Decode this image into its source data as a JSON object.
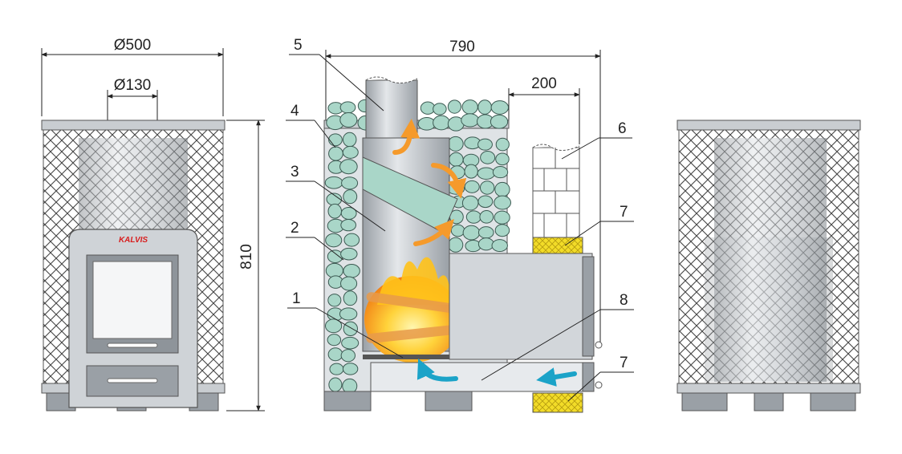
{
  "dimensions": {
    "outer_diameter": "Ø500",
    "flue_diameter": "Ø130",
    "height": "810",
    "total_depth": "790",
    "wall_thickness": "200"
  },
  "brand_logo": "KALVIS",
  "callouts": [
    "1",
    "2",
    "3",
    "4",
    "5",
    "6",
    "7",
    "7",
    "8"
  ],
  "colors": {
    "steel": "#c9cdd1",
    "steel_dark": "#8e949a",
    "stone": "#a9d6c8",
    "flame": "#ffb400",
    "insulation": "#f0dc2a",
    "airflow_cold": "#1ba3c8",
    "airflow_hot": "#f59a2b"
  }
}
